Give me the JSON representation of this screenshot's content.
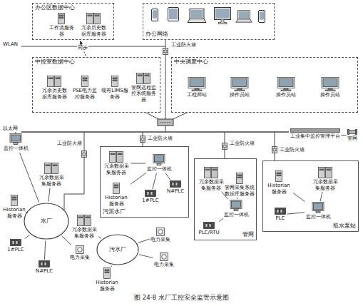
{
  "diagram": {
    "caption": "图 24-8 水厂工控安全监管示意图",
    "nodes": [
      {
        "text": [
          "办公区数据中心"
        ]
      },
      {
        "text": [
          "工作流服务器"
        ],
        "in": 0
      },
      {
        "text": [
          "冗余历史数据库服务器"
        ],
        "in": 0
      },
      {
        "text": [
          "办公网络"
        ]
      },
      {
        "text": [
          "中控室数据中心"
        ]
      },
      {
        "text": [
          "冗余历史数据库服务器"
        ],
        "in": 4
      },
      {
        "text": [
          "PSE电力监控服务器"
        ],
        "in": 4
      },
      {
        "text": [
          "现有LIMS服务器"
        ],
        "in": 4
      },
      {
        "text": [
          "管网远程监控系统服务器"
        ],
        "in": 4
      },
      {
        "text": [
          "中央调度中心"
        ]
      },
      {
        "text": [
          "工程师站"
        ],
        "in": 9
      },
      {
        "text": [
          "操作员站"
        ],
        "in": 9
      },
      {
        "text": [
          "操作员站"
        ],
        "in": 9
      },
      {
        "text": [
          "操作员站"
        ],
        "in": 9
      },
      {
        "text": [
          "工业集中监控管理平台"
        ]
      },
      {
        "text": [
          "管网"
        ]
      },
      {
        "text": [
          "监控一体机"
        ]
      },
      {
        "text": [
          "水厂"
        ]
      },
      {
        "text": [
          "冗余数据采集服务器"
        ]
      },
      {
        "text": [
          "Historian服务器"
        ]
      },
      {
        "text": [
          "1#PLC"
        ]
      },
      {
        "text": [
          "N#PLC"
        ]
      },
      {
        "text": [
          "电力采集"
        ]
      },
      {
        "text": [
          "污泥水厂"
        ]
      },
      {
        "text": [
          "冗余数据采集服务器"
        ],
        "in": 23
      },
      {
        "text": [
          "监控一体机"
        ],
        "in": 23
      },
      {
        "text": [
          "Historian服务器"
        ],
        "in": 23
      },
      {
        "text": [
          "N#PLC"
        ],
        "in": 23
      },
      {
        "text": [
          "1#PLC"
        ],
        "in": 23
      },
      {
        "text": [
          "管网"
        ]
      },
      {
        "text": [
          "冗余数据采集服务器"
        ],
        "in": 29
      },
      {
        "text": [
          "管网采集系统数据库服务器"
        ],
        "in": 29
      },
      {
        "text": [
          "监控一体机"
        ],
        "in": 29
      },
      {
        "text": [
          "PLC/RTU"
        ],
        "in": 29
      },
      {
        "text": [
          "取水泵站"
        ]
      },
      {
        "text": [
          "Historian服务器"
        ],
        "in": 34
      },
      {
        "text": [
          "冗余数据采集服务器"
        ],
        "in": 34
      },
      {
        "text": [
          "PLC"
        ],
        "in": 34
      },
      {
        "text": [
          "监控一体机"
        ],
        "in": 34
      },
      {
        "text": [
          "污水厂"
        ]
      },
      {
        "text": [
          "冗余数据采集服务器"
        ]
      },
      {
        "text": [
          "电力采集"
        ]
      },
      {
        "text": [
          "电力采集"
        ]
      },
      {
        "text": [
          "Historian服务器"
        ]
      }
    ],
    "edges": [
      {
        "from": 4,
        "to": 0,
        "arrow": "to",
        "label": "同步"
      },
      {
        "from": 15,
        "to": 14,
        "arrow": "none"
      },
      {
        "from": 16,
        "to": 17,
        "arrow": "none"
      },
      {
        "from": 17,
        "to": 18,
        "arrow": "none"
      },
      {
        "from": 17,
        "to": 19,
        "arrow": "none"
      },
      {
        "from": 17,
        "to": 20,
        "arrow": "none"
      },
      {
        "from": 17,
        "to": 21,
        "arrow": "none"
      },
      {
        "from": 17,
        "to": 22,
        "arrow": "none"
      },
      {
        "from": 25,
        "to": 24,
        "arrow": "none"
      },
      {
        "from": 25,
        "to": 26,
        "arrow": "none"
      },
      {
        "from": 25,
        "to": 27,
        "arrow": "none"
      },
      {
        "from": 25,
        "to": 28,
        "arrow": "none"
      },
      {
        "from": 32,
        "to": 30,
        "arrow": "none"
      },
      {
        "from": 32,
        "to": 31,
        "arrow": "none"
      },
      {
        "from": 32,
        "to": 33,
        "arrow": "none"
      },
      {
        "from": 38,
        "to": 35,
        "arrow": "none"
      },
      {
        "from": 38,
        "to": 36,
        "arrow": "none"
      },
      {
        "from": 38,
        "to": 37,
        "arrow": "none"
      },
      {
        "from": 39,
        "to": 40,
        "arrow": "none"
      },
      {
        "from": 39,
        "to": 41,
        "arrow": "none"
      },
      {
        "from": 39,
        "to": 42,
        "arrow": "none"
      },
      {
        "from": 39,
        "to": 43,
        "arrow": "none"
      }
    ],
    "labels": [
      "WLAN",
      "以太网",
      "工业防火墙",
      "工业防火墙",
      "工业防火墙",
      "工业防火墙",
      "工业防火墙"
    ]
  }
}
